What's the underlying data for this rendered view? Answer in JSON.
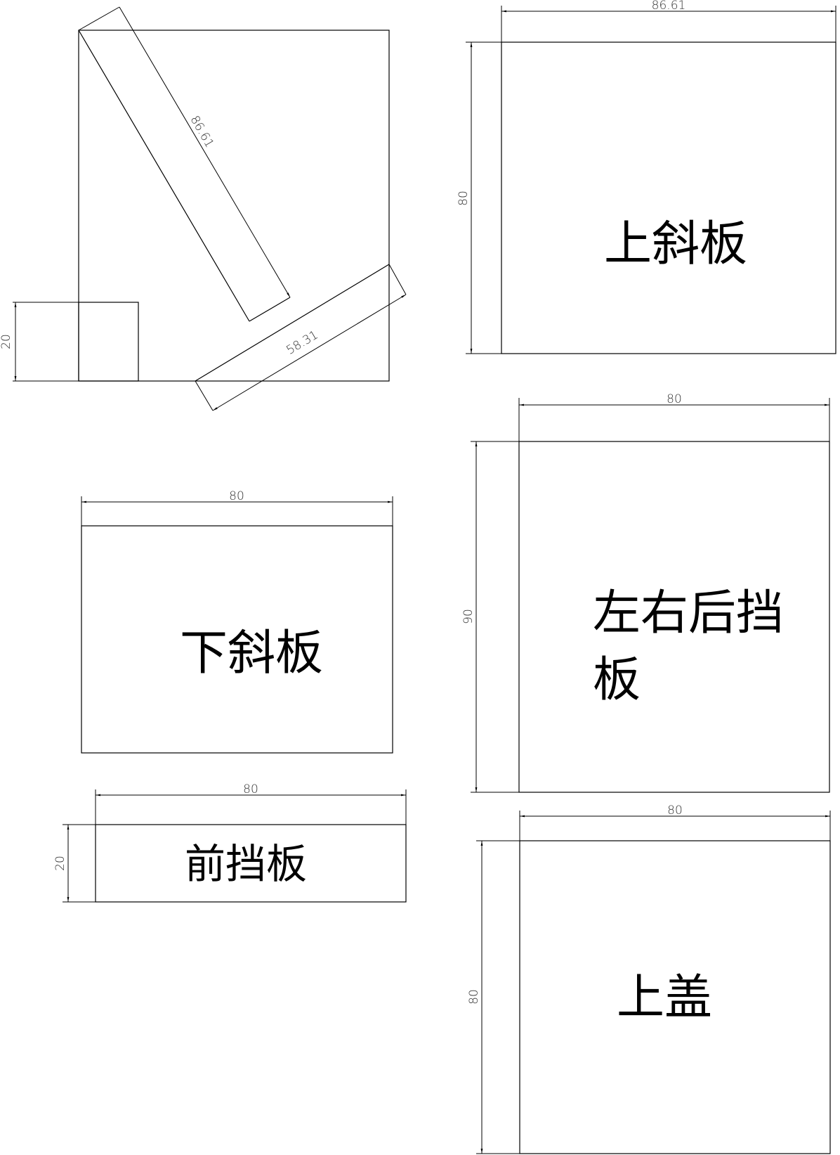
{
  "dimensions": {
    "side_diag": "86.61",
    "side_base_diag": "58.31",
    "side_left": "20",
    "top_panel_width": "86.61",
    "top_panel_height": "80",
    "side_panel_width": "80",
    "side_panel_height": "90",
    "bottom_panel_width": "80",
    "front_panel_width": "80",
    "front_panel_height": "20",
    "lid_width": "80",
    "lid_height": "80"
  },
  "labels": {
    "top_slope_panel": "上斜板",
    "bottom_slope_panel": "下斜板",
    "side_back_panel_line1": "左右后挡",
    "side_back_panel_line2": "板",
    "front_panel": "前挡板",
    "lid": "上盖"
  }
}
